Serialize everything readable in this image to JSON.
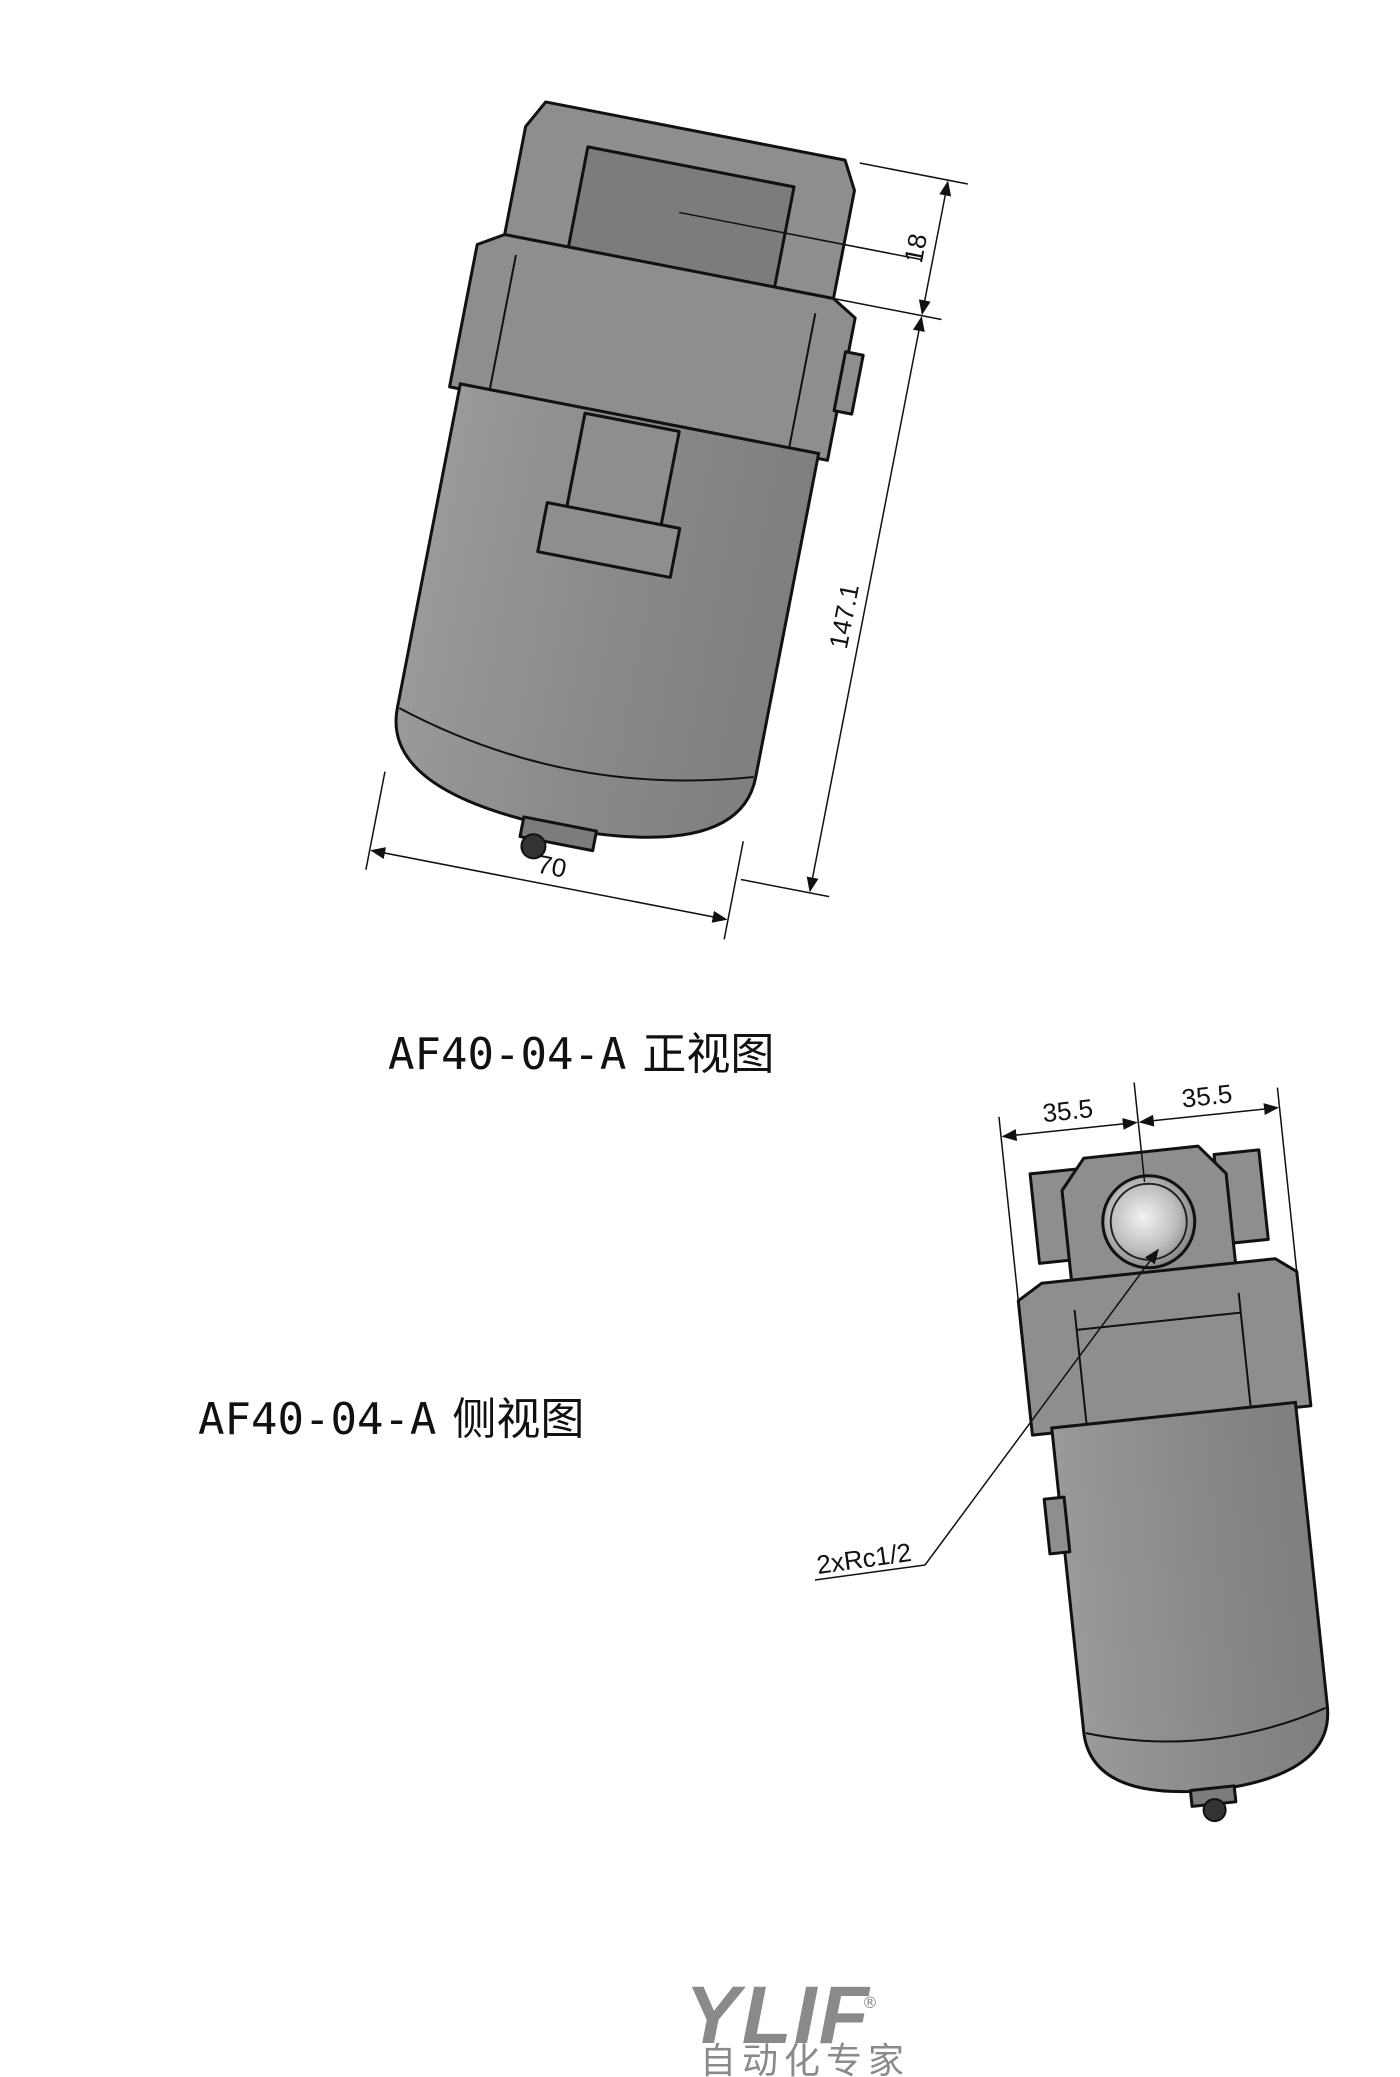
{
  "front_view": {
    "caption_model": "AF40-04-A",
    "caption_view": "正视图",
    "dimensions": {
      "width": "70",
      "height": "147.1",
      "top_offset": "18"
    }
  },
  "side_view": {
    "caption_model": "AF40-04-A",
    "caption_view": "侧视图",
    "dimensions": {
      "left_half": "35.5",
      "right_half": "35.5",
      "port": "2xRc1/2"
    }
  },
  "logo": {
    "wordmark": "YLIF",
    "registered": "®",
    "tagline": "自动化专家"
  }
}
